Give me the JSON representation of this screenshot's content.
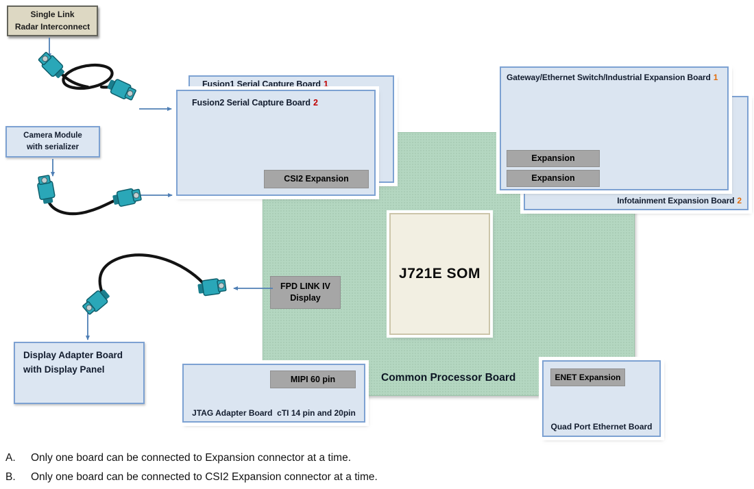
{
  "colors": {
    "board_fill": "#dbe5f1",
    "board_border": "#7ca1d2",
    "green_board_fill": "#b4d7c1",
    "gray_connector_fill": "#a6a6a6",
    "som_fill": "#f2efe2",
    "radar_box_fill": "#ddd8c3",
    "red_number": "#c00000",
    "orange_number": "#e36c0a",
    "arrow_blue": "#4f7fb5",
    "fakra_connector_teal": "#2aa7b8",
    "cable_black": "#131313"
  },
  "boxes": {
    "radar": {
      "line1": "Single Link",
      "line2": "Radar Interconnect"
    },
    "camera": {
      "line1": "Camera Module",
      "line2": "with serializer"
    },
    "fusion1": {
      "title": "Fusion1 Serial Capture Board",
      "number": "1"
    },
    "fusion2": {
      "title": "Fusion2 Serial Capture Board",
      "number": "2",
      "csi2": "CSI2 Expansion"
    },
    "gateway": {
      "title": "Gateway/Ethernet Switch/Industrial Expansion Board",
      "number": "1",
      "expansion1": "Expansion",
      "expansion2": "Expansion"
    },
    "infotainment": {
      "title": "Infotainment Expansion Board",
      "number": "2"
    },
    "processor": {
      "label": "Common Processor Board"
    },
    "som": {
      "label": "J721E SOM"
    },
    "fpd": {
      "line1": "FPD LINK IV",
      "line2": "Display"
    },
    "jtag": {
      "label": "JTAG Adapter Board  cTI 14 pin and 20pin",
      "mipi": "MIPI 60 pin"
    },
    "quad": {
      "label": "Quad Port Ethernet Board",
      "enet": "ENET Expansion"
    },
    "display_adapter": {
      "line1": "Display Adapter Board",
      "line2": "with Display Panel"
    }
  },
  "notes": [
    {
      "letter": "A.",
      "text": "Only one board can be connected to Expansion connector at a time."
    },
    {
      "letter": "B.",
      "text": "Only one board can be connected to CSI2 Expansion connector at a time."
    }
  ]
}
